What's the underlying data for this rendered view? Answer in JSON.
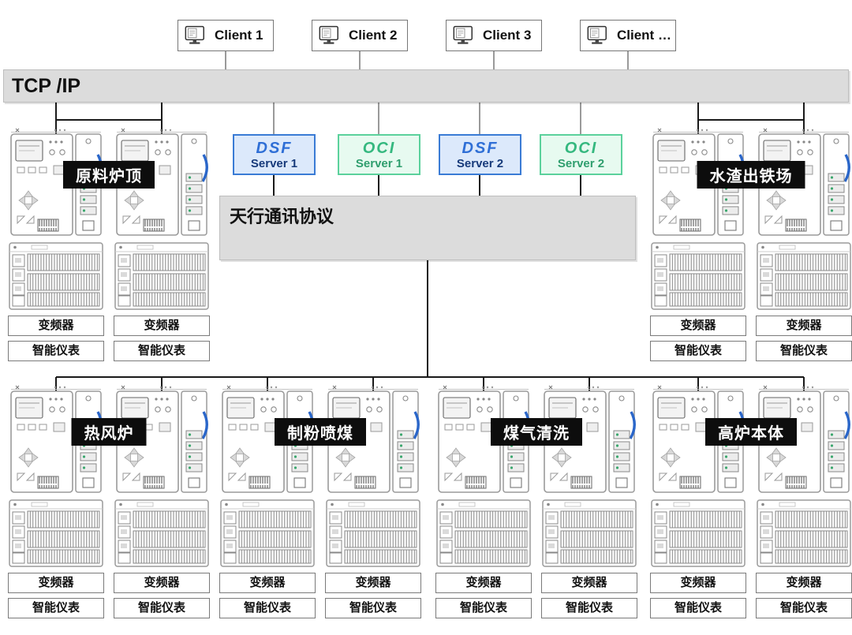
{
  "clients": {
    "items": [
      {
        "label": "Client 1"
      },
      {
        "label": "Client 2"
      },
      {
        "label": "Client 3"
      },
      {
        "label": "Client …"
      }
    ]
  },
  "network": {
    "tcp_label": "TCP /IP",
    "protocol_label": "天行通讯协议"
  },
  "servers": [
    {
      "logo": "DSF",
      "name": "Server 1"
    },
    {
      "logo": "OCI",
      "name": "Server 1"
    },
    {
      "logo": "DSF",
      "name": "Server 2"
    },
    {
      "logo": "OCI",
      "name": "Server 2"
    }
  ],
  "stations": [
    {
      "label": "原料炉顶"
    },
    {
      "label": "水渣出铁场"
    },
    {
      "label": "热风炉"
    },
    {
      "label": "制粉喷煤"
    },
    {
      "label": "煤气清洗"
    },
    {
      "label": "高炉本体"
    }
  ],
  "device_labels": {
    "vfd": "变频器",
    "meter": "智能仪表"
  },
  "colors": {
    "dsf_border": "#3a7bd5",
    "dsf_fill": "#dce9fb",
    "dsf_text": "#2f6fd6",
    "dsf_name": "#173a7a",
    "oci_border": "#5bd19c",
    "oci_fill": "#e7faf0",
    "oci_text": "#35b87f",
    "oci_name": "#2f9e6e",
    "bar_fill": "#dcdcdc",
    "label_bg": "#0d0d0d",
    "cable": "#2a66c9"
  }
}
